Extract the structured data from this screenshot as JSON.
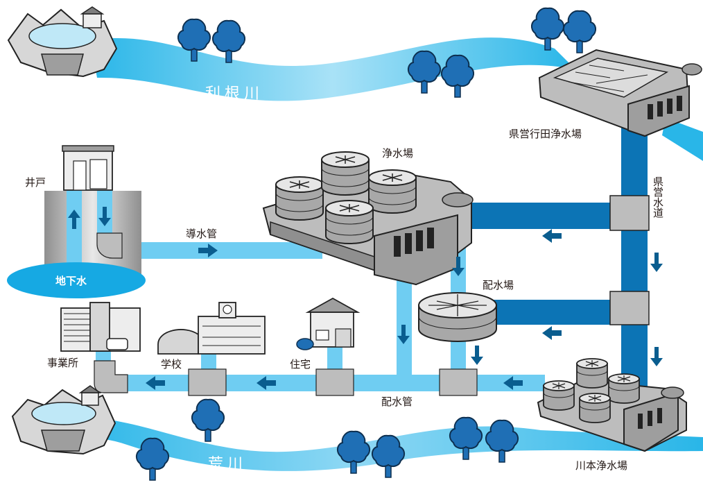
{
  "rivers": {
    "tone": "利根川",
    "ara": "荒川"
  },
  "facilities": {
    "gyoda_plant": "県営行田浄水場",
    "kawamoto_plant": "川本浄水場",
    "local_plant": "浄水場",
    "distribution_station": "配水場",
    "well": "井戸",
    "groundwater": "地下水",
    "prefectural_water": "県営水道"
  },
  "pipes": {
    "intake_pipe": "導水管",
    "distribution_pipe": "配水管"
  },
  "consumers": {
    "office": "事業所",
    "school": "学校",
    "house": "住宅"
  },
  "colors": {
    "river": "#29b6e8",
    "light_pipe": "#6fcdf2",
    "dark_pipe": "#0c74b5",
    "arrow": "#0a5d8f",
    "tree": "#1f6fb5",
    "building": "#bdbdbd"
  }
}
